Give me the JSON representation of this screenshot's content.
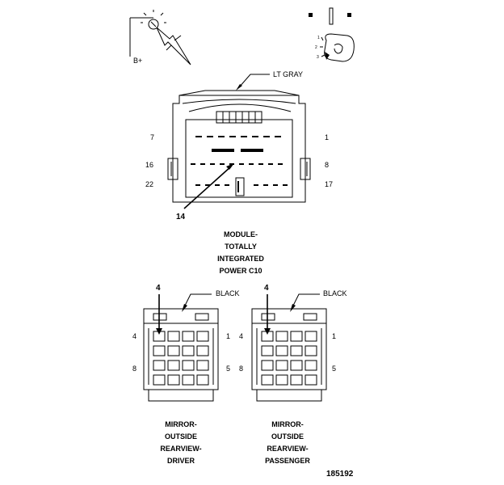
{
  "legend": {
    "battery_label": "B+"
  },
  "top_connector": {
    "color_label": "LT GRAY",
    "pin_labels": {
      "top_left": "7",
      "top_right": "1",
      "mid_left": "16",
      "mid_right": "8",
      "bottom_left": "22",
      "bottom_right": "17"
    },
    "callout": "14",
    "caption_lines": [
      "MODULE-",
      "TOTALLY",
      "INTEGRATED",
      "POWER C10"
    ]
  },
  "driver_connector": {
    "color_label": "BLACK",
    "callout": "4",
    "pin_labels": {
      "top_left": "4",
      "top_right": "1",
      "bottom_left": "8",
      "bottom_right": "5"
    },
    "caption_lines": [
      "MIRROR-",
      "OUTSIDE",
      "REARVIEW-",
      "DRIVER"
    ]
  },
  "passenger_connector": {
    "color_label": "BLACK",
    "callout": "4",
    "pin_labels": {
      "top_left": "4",
      "top_right": "1",
      "bottom_left": "8",
      "bottom_right": "5"
    },
    "caption_lines": [
      "MIRROR-",
      "OUTSIDE",
      "REARVIEW-",
      "PASSENGER"
    ]
  },
  "figure_number": "185192"
}
